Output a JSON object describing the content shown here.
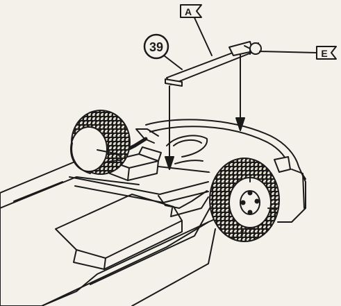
{
  "diagram": {
    "step_number": "39",
    "flag_a": "A",
    "flag_e": "E"
  },
  "colors": {
    "paper": "#f3f1ea",
    "ink": "#1a1a1a",
    "tire_fill": "#cfc8b8"
  }
}
